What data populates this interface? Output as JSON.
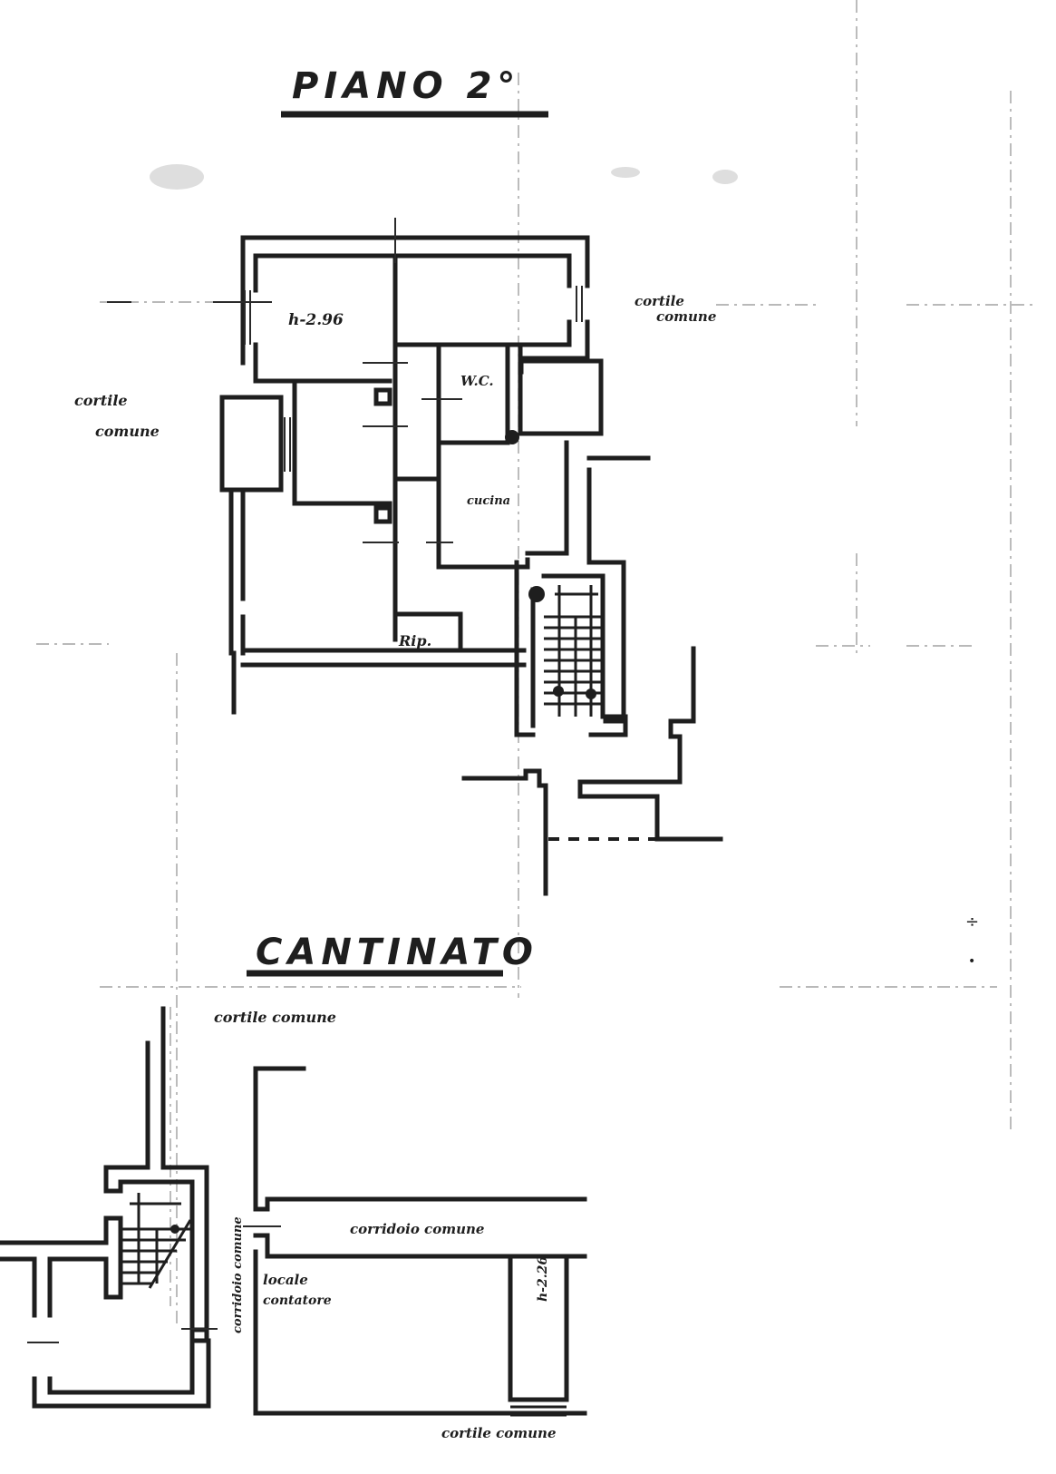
{
  "floor_plan": {
    "upper_floor": {
      "title": "PIANO 2°",
      "labels": {
        "room_height": "h-2.96",
        "wc": "W.C.",
        "kitchen": "cucina",
        "storage": "Rip.",
        "courtyard_left_line1": "cortile",
        "courtyard_left_line2": "comune",
        "courtyard_right_line1": "cortile",
        "courtyard_right_line2": "comune"
      }
    },
    "basement": {
      "title": "CANTINATO",
      "labels": {
        "courtyard_top": "cortile comune",
        "corridor": "corridoio comune",
        "corridor_vertical": "corridoio comune",
        "meter_room_line1": "locale",
        "meter_room_line2": "contatore",
        "cellar_height": "h-2.26",
        "courtyard_bottom": "cortile comune"
      }
    },
    "colors": {
      "ink": "#1e1e1e",
      "paper": "#ffffff",
      "grid_line": "#6a6a6a"
    }
  }
}
